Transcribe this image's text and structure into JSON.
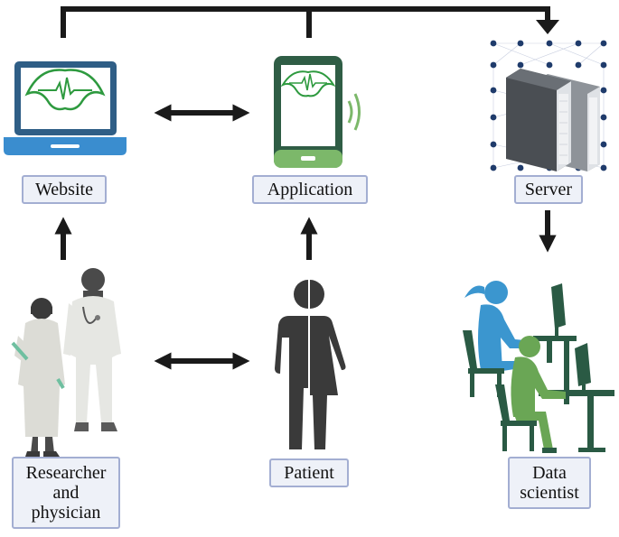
{
  "nodes": {
    "website": {
      "label": "Website"
    },
    "application": {
      "label": "Application"
    },
    "server": {
      "label": "Server"
    },
    "patient": {
      "label": "Patient"
    },
    "researcher": {
      "lines": [
        "Researcher",
        "and",
        "physician"
      ]
    },
    "data_scientist": {
      "lines": [
        "Data",
        "scientist"
      ]
    }
  },
  "icons": {
    "website": "laptop-icon",
    "application": "smartphone-icon",
    "server": "server-icon",
    "researcher": "researcher-physician-icon",
    "patient": "patient-icon",
    "data_scientist": "data-scientist-icon"
  },
  "colors": {
    "arrow": "#1a1a1a",
    "laptop_frame": "#2f5e86",
    "laptop_base": "#3a8dcf",
    "brand_green": "#2e9a3f",
    "phone_frame": "#2f5d45",
    "phone_accent": "#7cb86a",
    "label_bg": "#eef1f8",
    "label_border": "#a3aed2",
    "patient": "#3a3a3a",
    "scientist_blue": "#3b96cf",
    "scientist_green": "#6aa655",
    "desk": "#2a5a44"
  }
}
